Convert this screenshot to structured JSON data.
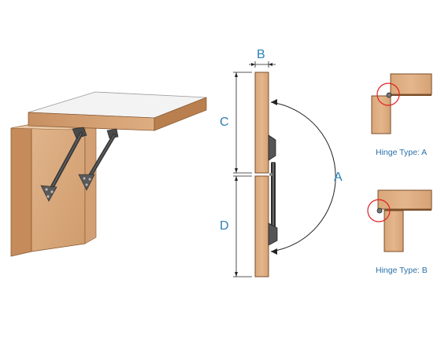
{
  "dimension_labels": {
    "a": "A",
    "b": "B",
    "c": "C",
    "d": "D"
  },
  "hinge_types": [
    {
      "label": "Hinge Type: A"
    },
    {
      "label": "Hinge Type: B"
    }
  ],
  "colors": {
    "wood_face": "#d8a97d",
    "wood_edge": "#c8915f",
    "wood_dark": "#b57d4c",
    "top_surface": "#f4f4f4",
    "bracket": "#3f3f3f",
    "dimension_line": "#222222",
    "arc": "#222222",
    "callout_circle": "#e02020",
    "label_text": "#2b7fb6"
  }
}
